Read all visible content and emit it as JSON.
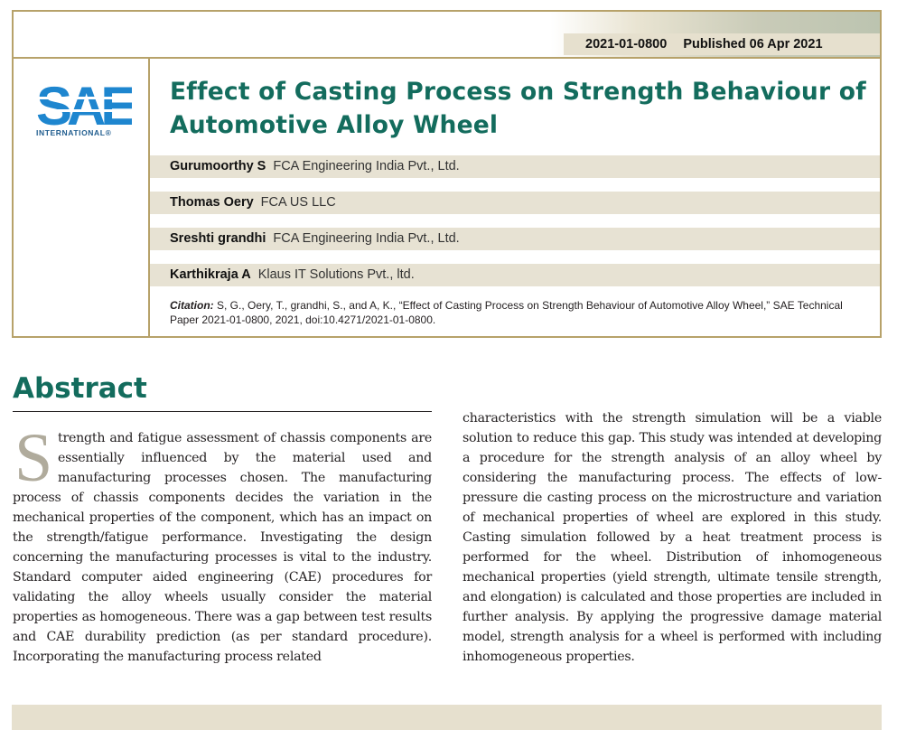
{
  "header": {
    "doc_number": "2021-01-0800",
    "published": "Published 06 Apr 2021"
  },
  "logo": {
    "mark": "SAE",
    "sub": "INTERNATIONAL®"
  },
  "title": "Effect of Casting Process on Strength Behaviour of Automotive Alloy Wheel",
  "authors": [
    {
      "name": "Gurumoorthy S",
      "affiliation": "FCA Engineering India Pvt., Ltd."
    },
    {
      "name": "Thomas Oery",
      "affiliation": "FCA US LLC"
    },
    {
      "name": "Sreshti grandhi",
      "affiliation": "FCA Engineering India Pvt., Ltd."
    },
    {
      "name": "Karthikraja A",
      "affiliation": "Klaus IT Solutions Pvt., ltd."
    }
  ],
  "citation": {
    "label": "Citation:",
    "text": "S, G., Oery, T., grandhi, S., and A, K., “Effect of Casting Process on Strength Behaviour of Automotive Alloy Wheel,” SAE Technical Paper 2021-01-0800, 2021, doi:10.4271/2021-01-0800."
  },
  "abstract": {
    "heading": "Abstract",
    "dropcap": "S",
    "left_text": "trength and fatigue assessment of chassis components are essentially influenced by the material used and manufacturing processes chosen. The manufacturing process of chassis components decides the variation in the mechanical properties of the component, which has an impact on the strength/fatigue performance. Investigating the design concerning the manufacturing processes is vital to the industry. Standard computer aided engineering (CAE) procedures for validating the alloy wheels usually consider the material properties as homogeneous. There was a gap between test results and CAE durability prediction (as per standard procedure). Incorporating the manufacturing process related",
    "right_text": "characteristics with the strength simulation will be a viable solution to reduce this gap. This study was intended at developing a procedure for the strength analysis of an alloy wheel by considering the manufacturing process. The effects of low-pressure die casting process on the microstructure and variation of mechanical properties of wheel are explored in this study. Casting simulation followed by a heat treatment process is performed for the wheel. Distribution of inhomogeneous mechanical properties (yield strength, ultimate tensile strength, and elongation) is calculated and those properties are included in further analysis. By applying the progressive damage material model, strength analysis for a wheel is performed with including inhomogeneous properties."
  },
  "colors": {
    "accent_green": "#136c5d",
    "frame_gold": "#b7a26a",
    "band_beige": "#e7e2d3",
    "sae_blue": "#1e86cf"
  }
}
